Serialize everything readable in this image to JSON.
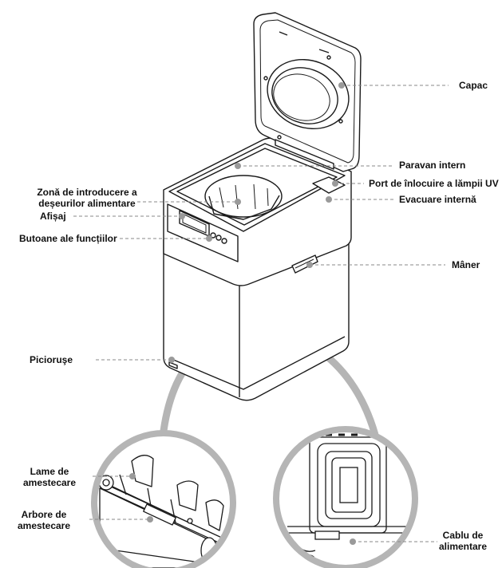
{
  "labels": {
    "capac": "Capac",
    "paravan": "Paravan intern",
    "port_uv": "Port de înlocuire a lămpii UV",
    "evacuare": "Evacuare internă",
    "zona_1": "Zonă de introducere a",
    "zona_2": "deșeurilor alimentare",
    "afisaj": "Afișaj",
    "butoane": "Butoane ale funcțiilor",
    "maner": "Mâner",
    "picioruse": "Picioruşe",
    "lame_1": "Lame de",
    "lame_2": "amestecare",
    "arbore_1": "Arbore de",
    "arbore_2": "amestecare",
    "cablu_1": "Cablu de",
    "cablu_2": "alimentare"
  },
  "colors": {
    "line": "#1a1a1a",
    "leader": "#8a8a8a",
    "circle": "#b5b5b5",
    "dot": "#9a9a9a"
  }
}
